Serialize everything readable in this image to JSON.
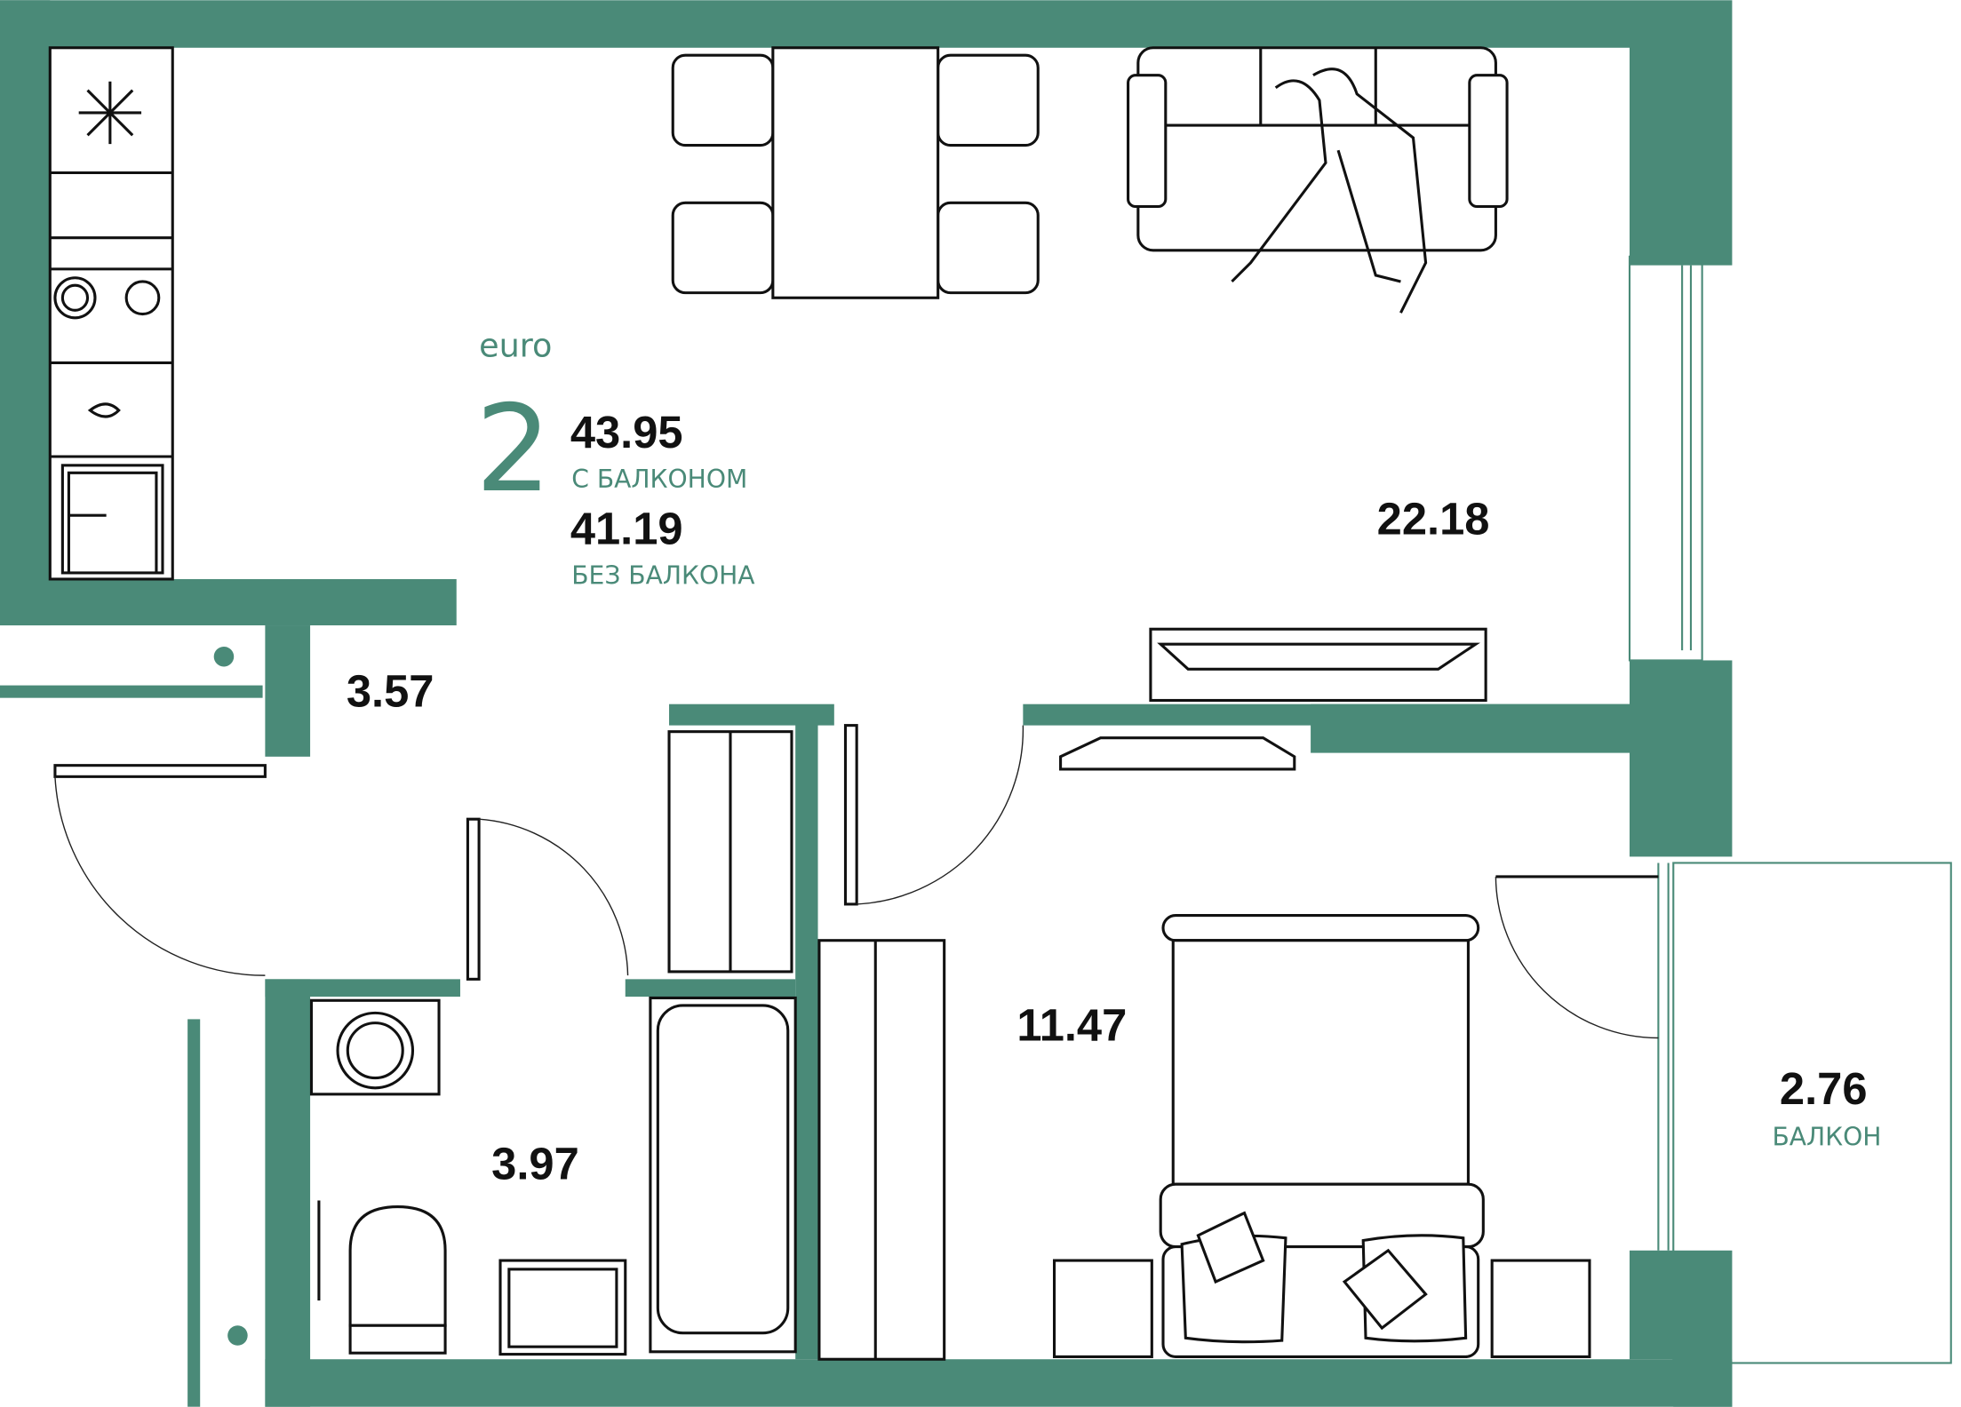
{
  "colors": {
    "wall": "#4a8a78",
    "text": "#111111"
  },
  "summary": {
    "type_label": "euro",
    "rooms_count": "2",
    "area_with_balcony": "43.95",
    "with_balcony_label": "С БАЛКОНОМ",
    "area_without_balcony": "41.19",
    "without_balcony_label": "БЕЗ БАЛКОНА"
  },
  "rooms": {
    "living_kitchen": "22.18",
    "hallway": "3.57",
    "bathroom": "3.97",
    "bedroom": "11.47",
    "balcony": "2.76",
    "balcony_label": "БАЛКОН"
  }
}
